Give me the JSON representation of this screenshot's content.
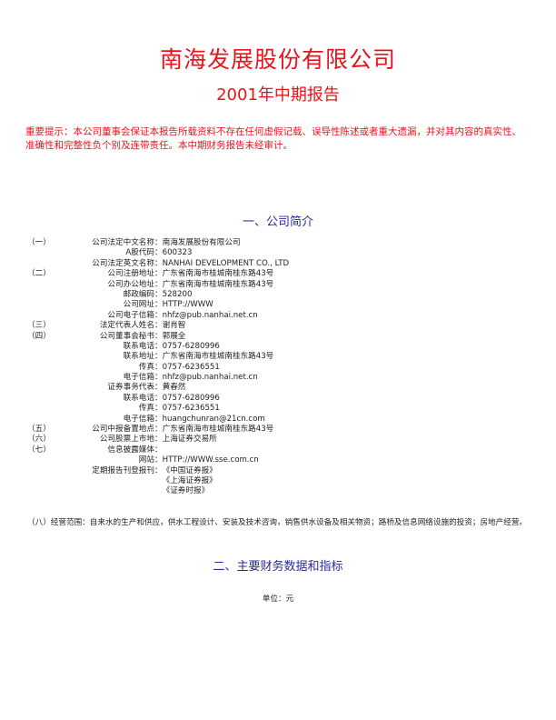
{
  "title": "南海发展股份有限公司",
  "subtitle": "2001年中期报告",
  "notice": "重要提示：本公司董事会保证本报告所载资料不存在任何虚假记载、误导性陈述或者重大遗漏，并对其内容的真实性、准确性和完整性负个别及连带责任。本中期财务报告未经审计。",
  "section1_heading": "一、公司简介",
  "rows": [
    {
      "num": "（一）",
      "label": "公司法定中文名称",
      "value": "南海发展股份有限公司"
    },
    {
      "num": "",
      "label": "A股代码",
      "value": "600323"
    },
    {
      "num": "",
      "label": "公司法定英文名称",
      "value": "NANHAI  DEVELOPMENT CO.,  LTD"
    },
    {
      "num": "（二）",
      "label": "公司注册地址",
      "value": "广东省南海市桂城南桂东路43号"
    },
    {
      "num": "",
      "label": "公司办公地址",
      "value": "广东省南海市桂城南桂东路43号"
    },
    {
      "num": "",
      "label": "邮政编码",
      "value": "528200"
    },
    {
      "num": "",
      "label": "公司网址",
      "value": "HTTP://WWW"
    },
    {
      "num": "",
      "label": "公司电子信箱",
      "value": "nhfz@pub.nanhai.net.cn"
    },
    {
      "num": "（三）",
      "label": "法定代表人姓名",
      "value": "谢肖智"
    },
    {
      "num": "（四）",
      "label": "公司董事会秘书",
      "value": "郭展全"
    },
    {
      "num": "",
      "label": "联系电话",
      "value": "0757-6280996"
    },
    {
      "num": "",
      "label": "联系地址",
      "value": "广东省南海市桂城南桂东路43号"
    },
    {
      "num": "",
      "label": "传真",
      "value": "0757-6236551"
    },
    {
      "num": "",
      "label": "电子信箱",
      "value": "nhfz@pub.nanhai.net.cn"
    },
    {
      "num": "",
      "label": "证券事务代表",
      "value": "黄春然"
    },
    {
      "num": "",
      "label": "联系电话",
      "value": "0757-6280996"
    },
    {
      "num": "",
      "label": "传真",
      "value": "0757-6236551"
    },
    {
      "num": "",
      "label": "电子信箱",
      "value": "huangchunran@21cn.com"
    },
    {
      "num": "（五）",
      "label": "公司中报备置地点",
      "value": "广东省南海市桂城南桂东路43号"
    },
    {
      "num": "（六）",
      "label": "公司股票上市地",
      "value": "上海证券交易所"
    },
    {
      "num": "（七）",
      "label": "信息披露媒体",
      "value": ""
    },
    {
      "num": "",
      "label": "网站",
      "value": "HTTP://WWW.sse.com.cn"
    },
    {
      "num": "",
      "label": "定期报告刊登报刊",
      "value": "《中国证券报》"
    },
    {
      "num": "",
      "label": "",
      "value": "《上海证券报》"
    },
    {
      "num": "",
      "label": "",
      "value": "《证券时报》"
    }
  ],
  "scope": "（八）经营范围：自来水的生产和供应，供水工程设计、安装及技术咨询，销售供水设备及相关物资；路桥及信息网络设施的投资；房地产经营。",
  "section2_heading": "二、主要财务数据和指标",
  "unit": "单位：元"
}
